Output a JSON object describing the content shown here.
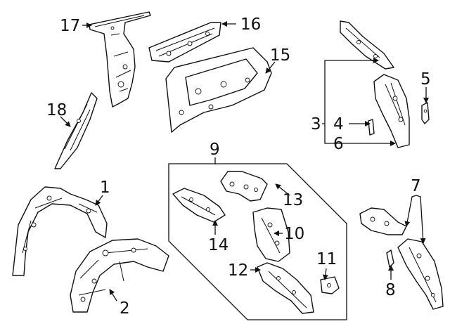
{
  "diagram": {
    "callouts": {
      "c1": "1",
      "c2": "2",
      "c3": "3",
      "c4": "4",
      "c5": "5",
      "c6": "6",
      "c7": "7",
      "c8": "8",
      "c9": "9",
      "c10": "10",
      "c11": "11",
      "c12": "12",
      "c13": "13",
      "c14": "14",
      "c15": "15",
      "c16": "16",
      "c17": "17",
      "c18": "18"
    },
    "colors": {
      "line": "#111111",
      "background": "#ffffff"
    }
  }
}
